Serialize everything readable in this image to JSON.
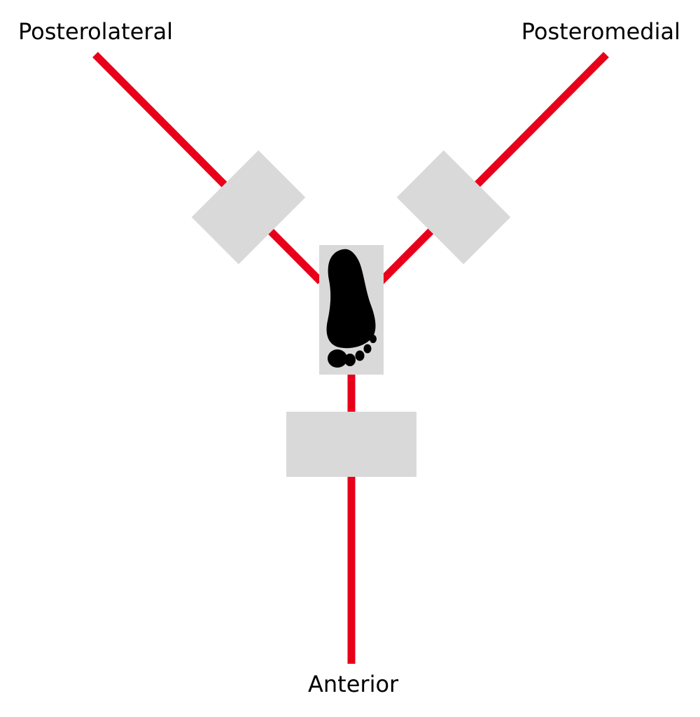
{
  "labels": {
    "posterolateral": "Posterolateral",
    "posteromedial": "Posteromedial",
    "anterior": "Anterior"
  },
  "colors": {
    "line": "#e8001b",
    "block": "#d9d9d9",
    "foot": "#000000",
    "background": "#ffffff"
  },
  "icons": {
    "center": "footprint-icon"
  }
}
